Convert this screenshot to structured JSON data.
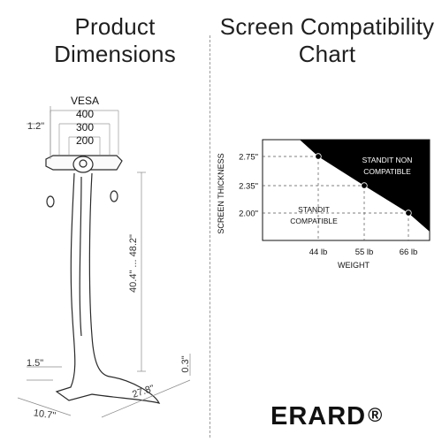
{
  "left": {
    "title_line1": "Product",
    "title_line2": "Dimensions",
    "vesa_label": "VESA",
    "vesa_sizes": [
      "400",
      "300",
      "200"
    ],
    "head_offset": "1.2\"",
    "height_range": "40.4\" ... 48.2\"",
    "base_depth_offset": "1.5\"",
    "foot_height": "0.3\"",
    "base_width": "27.8\"",
    "base_depth": "10.7\""
  },
  "right": {
    "title_line1": "Screen Compatibility",
    "title_line2": "Chart"
  },
  "chart_data": {
    "type": "line",
    "title": "Screen Compatibility Chart",
    "xlabel": "WEIGHT",
    "ylabel": "SCREEN THICKNESS",
    "x_ticks": [
      "44 lb",
      "55 lb",
      "66 lb"
    ],
    "y_ticks": [
      "2.75\"",
      "2.35\"",
      "2.00\""
    ],
    "series": [
      {
        "name": "",
        "x": [
          44,
          55,
          66
        ],
        "y": [
          2.75,
          2.35,
          2.0
        ]
      }
    ],
    "regions": [
      {
        "label_line1": "STANDIT NON",
        "label_line2": "COMPATIBLE",
        "fill": "#000000"
      },
      {
        "label_line1": "STANDIT",
        "label_line2": "COMPATIBLE",
        "fill": "#ffffff"
      }
    ]
  },
  "brand": {
    "name": "ERARD",
    "mark": "®"
  }
}
